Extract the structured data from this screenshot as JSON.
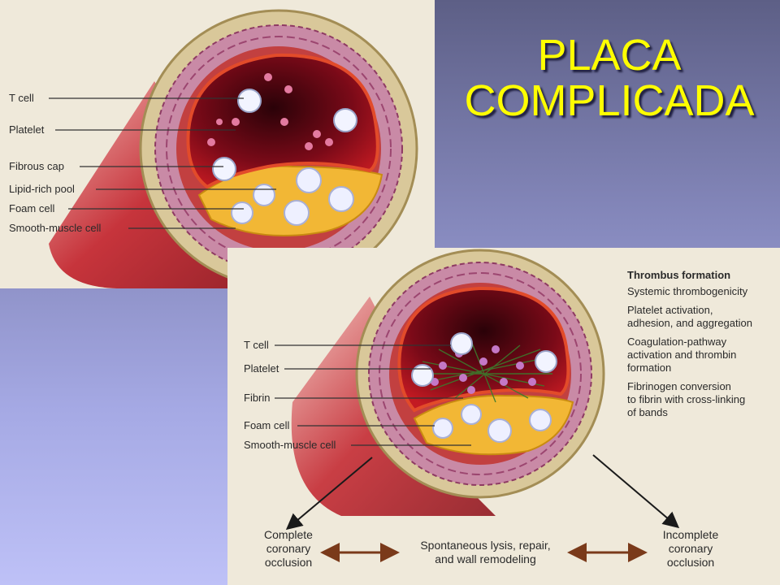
{
  "title": {
    "line1": "PLACA",
    "line2": "COMPLICADA"
  },
  "top_diagram": {
    "labels": [
      "T cell",
      "Platelet",
      "Fibrous cap",
      "Lipid-rich pool",
      "Foam cell",
      "Smooth-muscle cell"
    ]
  },
  "bottom_diagram": {
    "labels": [
      "T cell",
      "Platelet",
      "Fibrin",
      "Foam cell",
      "Smooth-muscle cell"
    ],
    "thrombus_heading": "Thrombus formation",
    "thrombus_steps": [
      "Systemic thrombogenicity",
      "Platelet activation,\nadhesion, and aggregation",
      "Coagulation-pathway\nactivation and thrombin\nformation",
      "Fibrinogen conversion\nto fibrin with cross-linking\nof bands"
    ],
    "outcomes": {
      "left": "Complete\ncoronary\nocclusion",
      "center": "Spontaneous lysis, repair,\nand wall remodeling",
      "right": "Incomplete\ncoronary\nocclusion"
    }
  },
  "colors": {
    "title": "#ffff00",
    "lumen": "#7a0a18",
    "lipid_pool": "#f2b735",
    "vessel_wall": "#c98aa6",
    "adventitia": "#d9c89a"
  }
}
